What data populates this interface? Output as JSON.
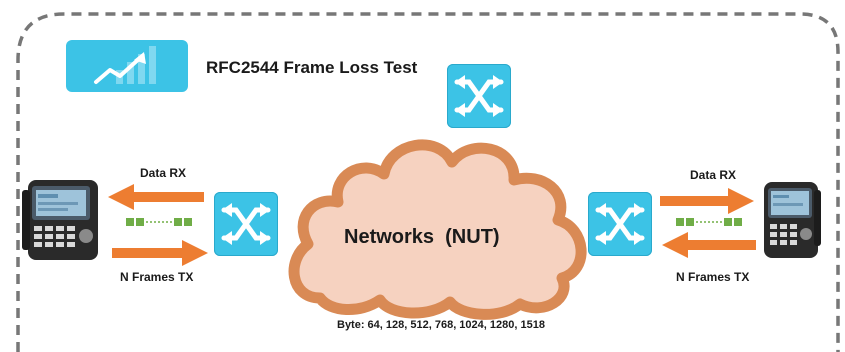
{
  "title": "RFC2544 Frame Loss Test",
  "center_label": "Networks  (NUT)",
  "left_rx_label": "Data RX",
  "left_tx_label": "N Frames TX",
  "right_rx_label": "Data RX",
  "right_tx_label": "N Frames TX",
  "byte_label": "Byte: 64, 128, 512, 768, 1024, 1280, 1518",
  "icons": {
    "app_icon": "trend-chart-icon",
    "switch_icon": "switch-cross-arrows-icon",
    "device_icon": "network-tester-device-icon"
  },
  "colors": {
    "border_dash": "#777777",
    "app_icon_bg": "#3cc3e6",
    "switch_bg": "#3cc3e6",
    "cloud_fill": "#f6d2c0",
    "cloud_stroke": "#d98a55",
    "arrow": "#ed7d31",
    "dot": "#70ad47"
  }
}
